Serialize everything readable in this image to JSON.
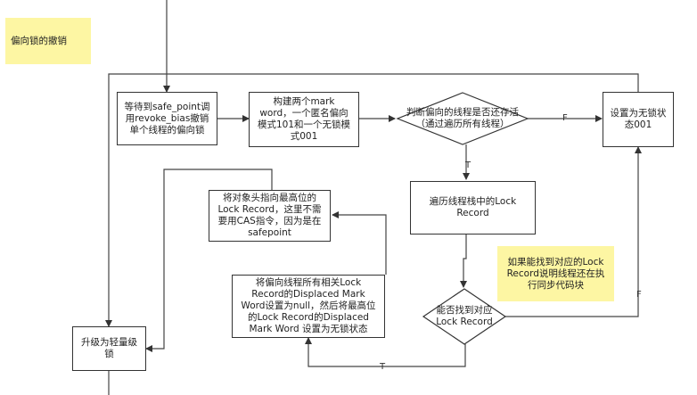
{
  "title_note": "偏向锁的撤销",
  "nodes": {
    "wait_safepoint": "等待到safe_point调\n用revoke_bias撤销\n单个线程的偏向锁",
    "build_mark_words": "构建两个mark\nword，一个匿名偏向\n模式101和一个无锁模\n式001",
    "check_alive": "判断偏向的线程是否还存活\n（通过遍历所有线程）",
    "set_unlocked": "设置为无锁状\n态001",
    "traverse_stack": "遍历线程栈中的Lock\nRecord",
    "point_header": "将对象头指向最高位的\nLock Record，这里不需\n要用CAS指令，因为是在\nsafepoint",
    "set_displaced": "将偏向线程所有相关Lock\nRecord的Displaced Mark\nWord设置为null，然后将最高位\n的Lock Record的Displaced\nMark Word 设置为无锁状态",
    "can_find": "能否找到对应\nLock Record",
    "upgrade_light": "升级为轻量级\n锁"
  },
  "notes": {
    "found_note": "如果能找到对应的Lock\nRecord说明线程还在执\n行同步代码块"
  },
  "edge_labels": {
    "alive_false": "F",
    "alive_true": "T",
    "find_false": "F",
    "find_true": "T"
  }
}
